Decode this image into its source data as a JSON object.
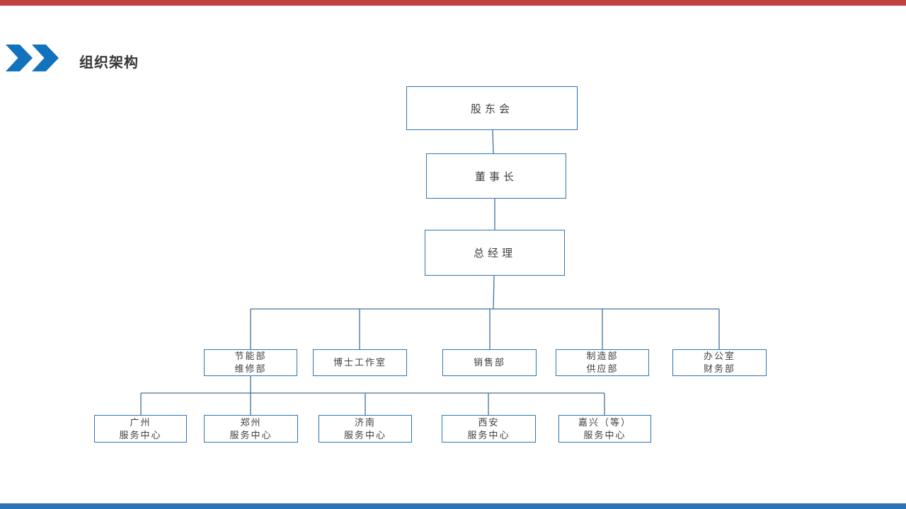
{
  "slide": {
    "title": "组织架构",
    "decor": {
      "top_bar_color": "#C24141",
      "bottom_bar_color": "#2E74B5",
      "chevron_color": "#1272BC",
      "box_border_color": "#2E75B6",
      "connector_color": "#41719C",
      "text_color": "#3F3F3F"
    }
  },
  "chart": {
    "shareholders": "股东会",
    "chairman": "董事长",
    "general_manager": "总经理",
    "departments": [
      {
        "line1": "节能部",
        "line2": "维修部"
      },
      {
        "line1": "博士工作室",
        "line2": ""
      },
      {
        "line1": "销售部",
        "line2": ""
      },
      {
        "line1": "制造部",
        "line2": "供应部"
      },
      {
        "line1": "办公室",
        "line2": "财务部"
      }
    ],
    "service_centers": [
      {
        "line1": "广州",
        "line2": "服务中心"
      },
      {
        "line1": "郑州",
        "line2": "服务中心"
      },
      {
        "line1": "济南",
        "line2": "服务中心"
      },
      {
        "line1": "西安",
        "line2": "服务中心"
      },
      {
        "line1": "嘉兴（等）",
        "line2": "服务中心"
      }
    ]
  }
}
